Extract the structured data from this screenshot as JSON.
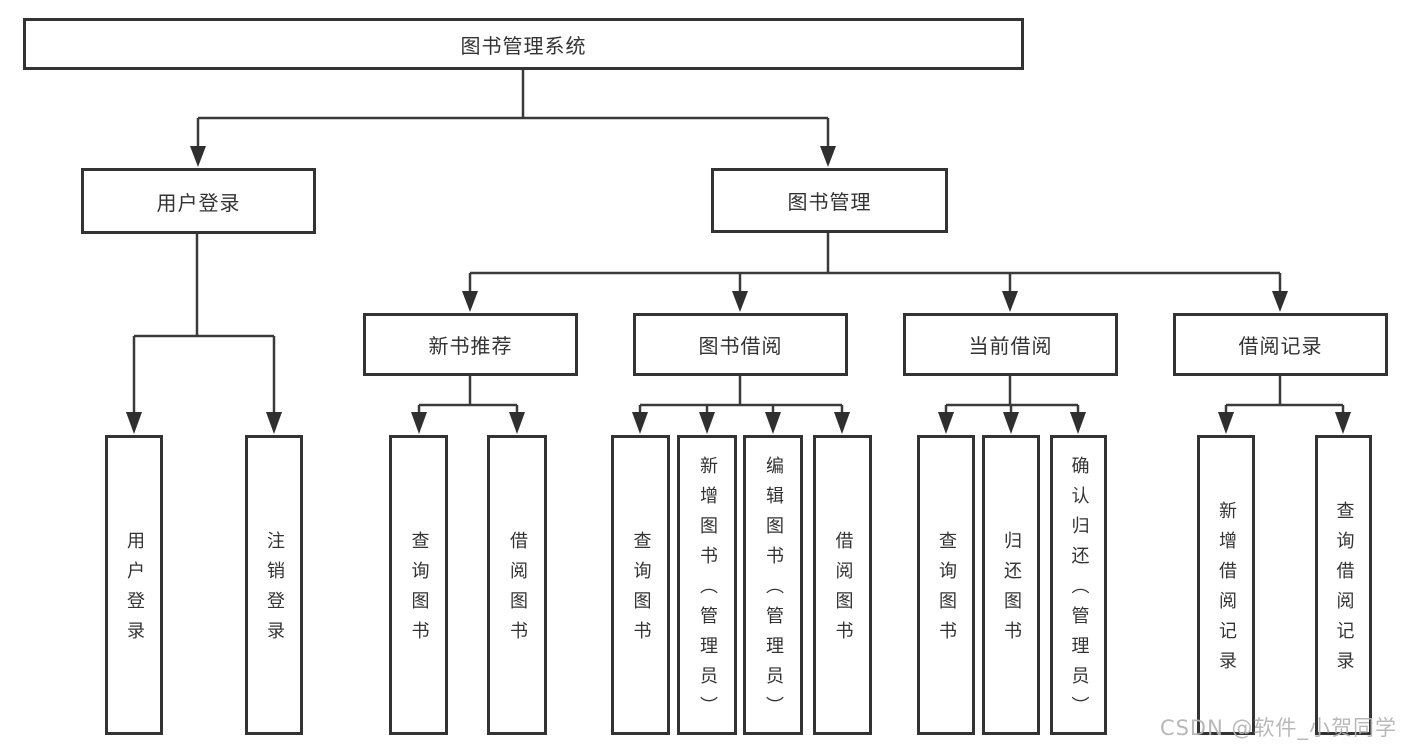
{
  "tree": {
    "root": {
      "label": "图书管理系统"
    },
    "children": [
      {
        "label": "用户登录",
        "children": [
          {
            "label": "用户登录"
          },
          {
            "label": "注销登录"
          }
        ]
      },
      {
        "label": "图书管理",
        "children": [
          {
            "label": "新书推荐",
            "children": [
              {
                "label": "查询图书"
              },
              {
                "label": "借阅图书"
              }
            ]
          },
          {
            "label": "图书借阅",
            "children": [
              {
                "label": "查询图书"
              },
              {
                "label": "新增图书（管理员）"
              },
              {
                "label": "编辑图书（管理员）"
              },
              {
                "label": "借阅图书"
              }
            ]
          },
          {
            "label": "当前借阅",
            "children": [
              {
                "label": "查询图书"
              },
              {
                "label": "归还图书"
              },
              {
                "label": "确认归还（管理员）"
              }
            ]
          },
          {
            "label": "借阅记录",
            "children": [
              {
                "label": "新增借阅记录"
              },
              {
                "label": "查询借阅记录"
              }
            ]
          }
        ]
      }
    ]
  },
  "watermark": {
    "text": "CSDN @软件_小贺同学"
  },
  "colors": {
    "line": "#3a3a3a",
    "box_border": "#333333",
    "text": "#333333",
    "background": "#ffffff",
    "watermark": "#b5b5b5"
  }
}
